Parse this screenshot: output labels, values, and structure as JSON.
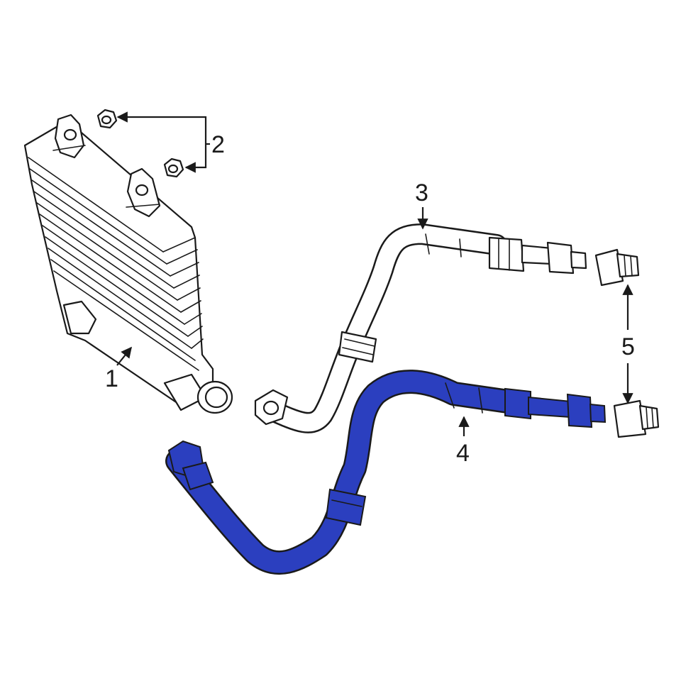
{
  "callouts": {
    "c1": "1",
    "c2": "2",
    "c3": "3",
    "c4": "4",
    "c5": "5"
  },
  "colors": {
    "line": "#1a1a1a",
    "highlight": "#2b3fbf",
    "background": "#ffffff"
  }
}
